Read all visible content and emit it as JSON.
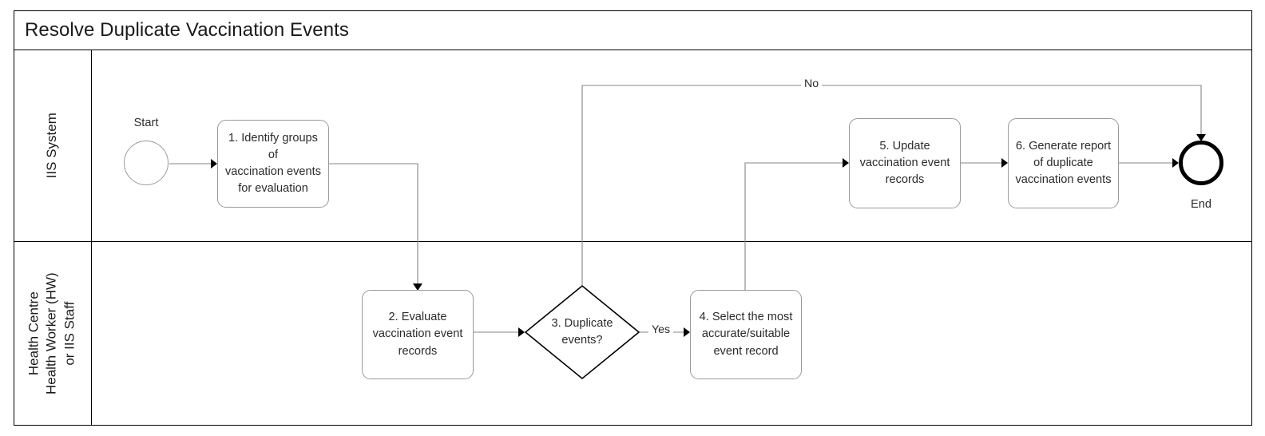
{
  "diagram": {
    "title": "Resolve Duplicate Vaccination Events",
    "type": "bpmn-flowchart"
  },
  "lanes": [
    {
      "id": "iis-system",
      "label": "IIS System"
    },
    {
      "id": "health-centre",
      "label": "Health Centre\nHealth Worker (HW)\nor IIS Staff"
    }
  ],
  "events": {
    "start": {
      "label": "Start"
    },
    "end": {
      "label": "End"
    }
  },
  "tasks": [
    {
      "id": "task-1",
      "lane": "iis-system",
      "text": "1. Identify groups of\nvaccination events\nfor evaluation"
    },
    {
      "id": "task-2",
      "lane": "health-centre",
      "text": "2. Evaluate\nvaccination event\nrecords"
    },
    {
      "id": "task-4",
      "lane": "health-centre",
      "text": "4. Select the most\naccurate/suitable\nevent record"
    },
    {
      "id": "task-5",
      "lane": "iis-system",
      "text": "5. Update\nvaccination event\nrecords"
    },
    {
      "id": "task-6",
      "lane": "iis-system",
      "text": "6. Generate report\nof duplicate\nvaccination events"
    }
  ],
  "gateways": [
    {
      "id": "gateway-3",
      "lane": "health-centre",
      "text": "3. Duplicate\nevents?"
    }
  ],
  "flow_labels": {
    "yes": "Yes",
    "no": "No"
  },
  "colors": {
    "pool_border": "#000000",
    "node_border": "#9a9a9a",
    "gateway_border": "#000000",
    "connector": "#848484",
    "arrowhead": "#000000",
    "text": "#2b2b2b",
    "background": "#ffffff"
  }
}
